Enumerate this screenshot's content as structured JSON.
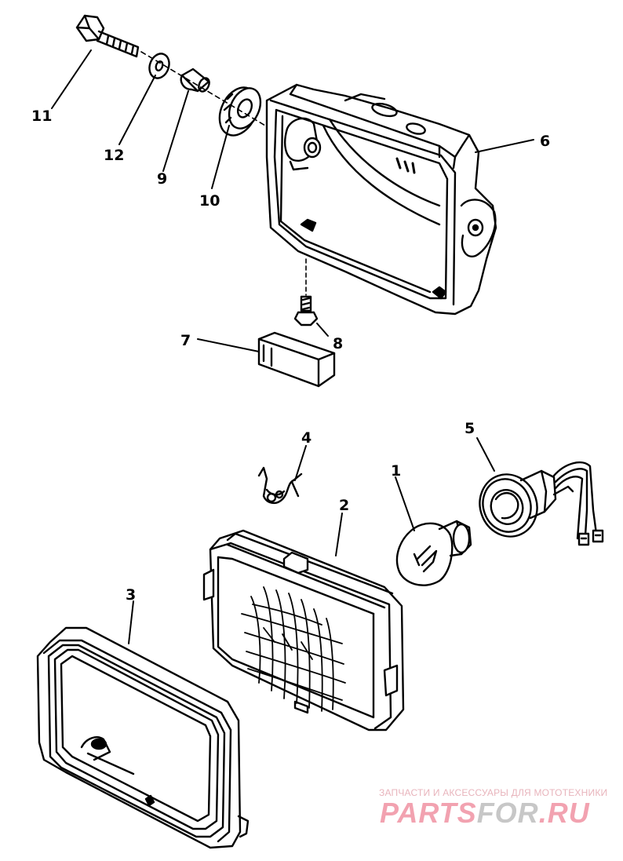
{
  "diagram": {
    "callouts": [
      {
        "id": "11",
        "label": "11"
      },
      {
        "id": "12",
        "label": "12"
      },
      {
        "id": "9",
        "label": "9"
      },
      {
        "id": "10",
        "label": "10"
      },
      {
        "id": "6",
        "label": "6"
      },
      {
        "id": "7",
        "label": "7"
      },
      {
        "id": "8",
        "label": "8"
      },
      {
        "id": "4",
        "label": "4"
      },
      {
        "id": "5",
        "label": "5"
      },
      {
        "id": "1",
        "label": "1"
      },
      {
        "id": "2",
        "label": "2"
      },
      {
        "id": "3",
        "label": "3"
      }
    ]
  },
  "watermark": {
    "subtitle": "ЗАПЧАСТИ И АКСЕССУАРЫ ДЛЯ МОТОТЕХНИКИ",
    "brand_part1": "PARTS",
    "brand_part2": "FOR",
    "brand_part3": ".RU"
  },
  "colors": {
    "line": "#000000",
    "watermark_pink": "#f2a2b0",
    "watermark_gray": "#c7c7c7"
  }
}
